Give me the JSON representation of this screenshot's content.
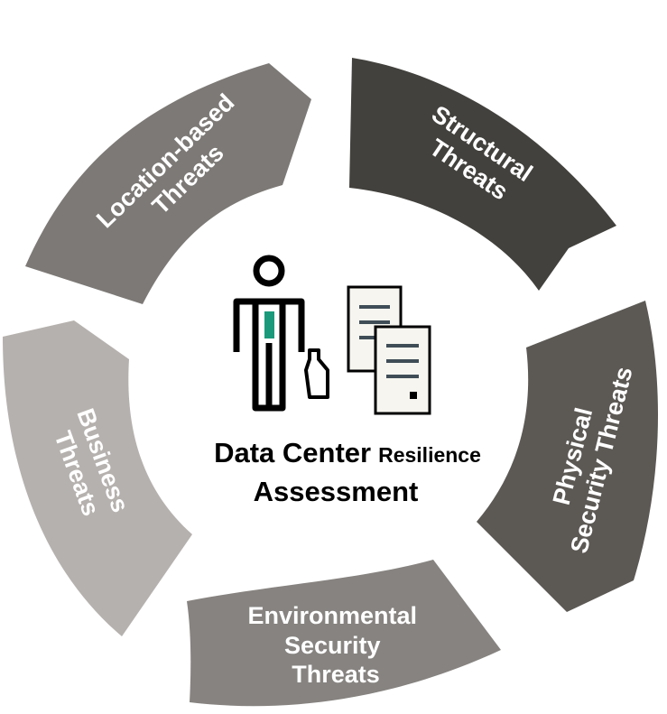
{
  "center": {
    "title_part1": "Data Center",
    "title_part2": "Resilience",
    "title_line2": "Assessment"
  },
  "segments": [
    {
      "line1": "Location-based",
      "line2": "Threats",
      "color": "#7c7976"
    },
    {
      "line1": "Structural",
      "line2": "Threats",
      "color": "#43413d"
    },
    {
      "line1": "Physical",
      "line2": "Security Threats",
      "color": "#5c5955"
    },
    {
      "line1": "Environmental",
      "line2": "Security",
      "line3": "Threats",
      "color": "#868380"
    },
    {
      "line1": "Business",
      "line2": "Threats",
      "color": "#b5b1ae"
    }
  ],
  "icons": {
    "person": "person-icon",
    "documents": "documents-icon",
    "accent_color": "#1a9a7a"
  }
}
